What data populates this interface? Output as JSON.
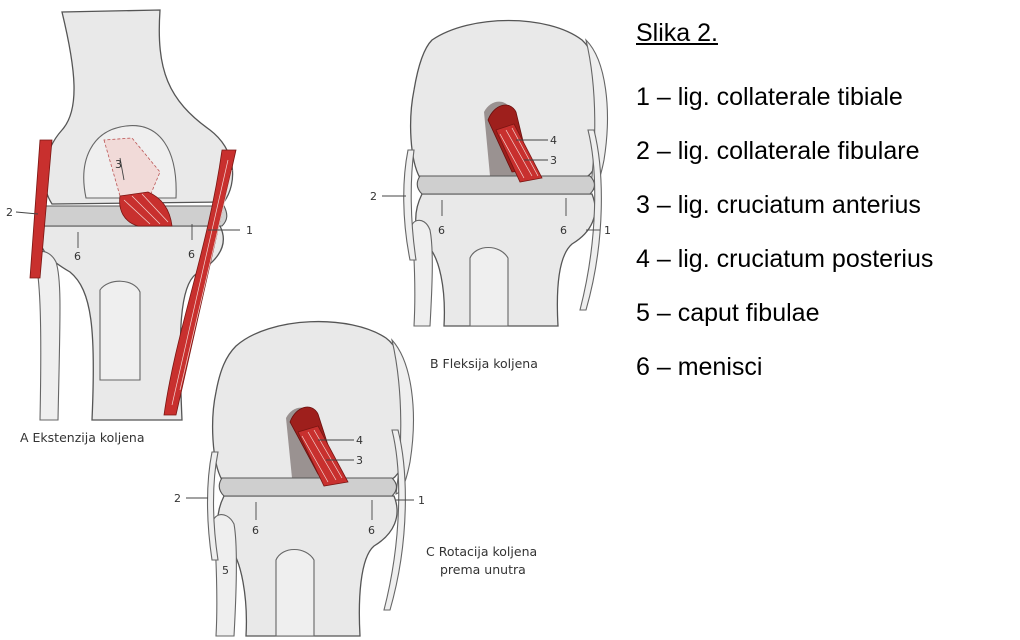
{
  "figure": {
    "panel_a": {
      "caption": "A  Ekstenzija koljena",
      "labels": {
        "l1": "1",
        "l2": "2",
        "l3": "3",
        "l6a": "6",
        "l6b": "6"
      }
    },
    "panel_b": {
      "caption": "B  Fleksija koljena",
      "labels": {
        "l1": "1",
        "l2": "2",
        "l3": "3",
        "l4": "4",
        "l6a": "6",
        "l6b": "6"
      }
    },
    "panel_c": {
      "caption_line1": "C  Rotacija koljena",
      "caption_line2": "prema unutra",
      "labels": {
        "l1": "1",
        "l2": "2",
        "l3": "3",
        "l4": "4",
        "l5": "5",
        "l6a": "6",
        "l6b": "6"
      }
    },
    "colors": {
      "ligament": "#c8302e",
      "bone": "#e9e9e9",
      "meniscus": "#cfcfcf"
    }
  },
  "legend": {
    "title": "Slika 2.",
    "items": [
      "1 – lig. collaterale tibiale",
      "2 – lig. collaterale fibulare",
      "3 – lig. cruciatum anterius",
      "4 – lig. cruciatum posterius",
      "5 – caput fibulae",
      "6 – menisci"
    ]
  }
}
